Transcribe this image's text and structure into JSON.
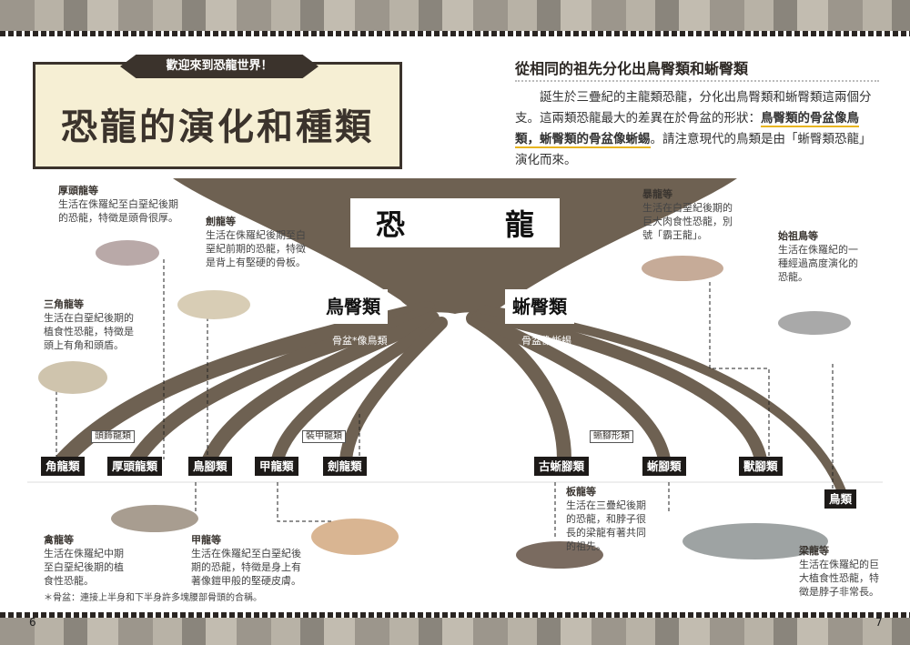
{
  "header": {
    "ribbon": "歡迎來到恐龍世界！",
    "title": "恐龍的演化和種類"
  },
  "intro": {
    "heading": "從相同的祖先分化出鳥臀類和蜥臀類",
    "p1": "誕生於三疊紀的主龍類恐龍，分化出鳥臀類和蜥臀類這兩個分支。這兩類恐龍最大的差異在於骨盆的形狀：",
    "highlight": "鳥臀類的骨盆像鳥類，蜥臀類的骨盆像蜥蜴",
    "p2": "。請注意現代的鳥類是由「蜥臀類恐龍」演化而來。"
  },
  "tree": {
    "root": [
      "恐",
      "龍"
    ],
    "ornithischia": "鳥臀類",
    "ornithischia_note": "骨盆*像鳥類",
    "saurischia": "蜥臀類",
    "saurischia_note": "骨盆像蜥蜴",
    "trunk_color": "#6e6152"
  },
  "groups": [
    "頭飾龍類",
    "裝甲龍類",
    "蜥腳形類"
  ],
  "clades": [
    "角龍類",
    "厚頭龍類",
    "鳥腳類",
    "甲龍類",
    "劍龍類",
    "古蜥腳類",
    "蜥腳類",
    "獸腳類",
    "鳥類"
  ],
  "descriptions": [
    {
      "name": "厚頭龍等",
      "text": "生活在侏羅紀至白堊紀後期的恐龍，特徵是頭骨很厚。"
    },
    {
      "name": "劍龍等",
      "text": "生活在侏羅紀後期至白堊紀前期的恐龍，特徵是背上有堅硬的骨板。"
    },
    {
      "name": "三角龍等",
      "text": "生活在白堊紀後期的植食性恐龍，特徵是頭上有角和頭盾。"
    },
    {
      "name": "暴龍等",
      "text": "生活在白堊紀後期的巨大肉食性恐龍，別號「霸王龍」。"
    },
    {
      "name": "始祖鳥等",
      "text": "生活在侏羅紀的一種經過高度演化的恐龍。"
    },
    {
      "name": "禽龍等",
      "text": "生活在侏羅紀中期至白堊紀後期的植食性恐龍。"
    },
    {
      "name": "甲龍等",
      "text": "生活在侏羅紀至白堊紀後期的恐龍，特徵是身上有著像鎧甲般的堅硬皮膚。"
    },
    {
      "name": "板龍等",
      "text": "生活在三疊紀後期的恐龍，和脖子很長的梁龍有著共同的祖先。"
    },
    {
      "name": "梁龍等",
      "text": "生活在侏羅紀的巨大植食性恐龍，特徵是脖子非常長。"
    }
  ],
  "footnote": "＊骨盆：連接上半身和下半身許多塊腰部骨頭的合稱。",
  "pages": {
    "left": "6",
    "right": "7"
  }
}
